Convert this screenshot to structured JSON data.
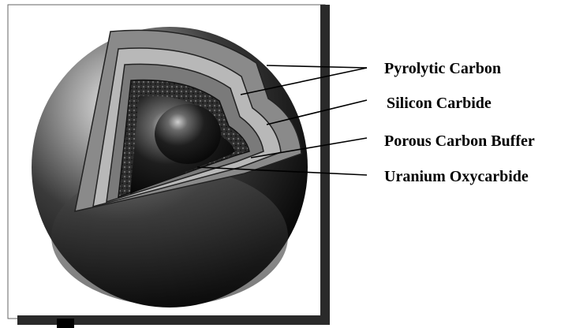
{
  "diagram": {
    "labels": [
      {
        "id": "pyrolytic-carbon",
        "text": "Pyrolytic Carbon"
      },
      {
        "id": "silicon-carbide",
        "text": "Silicon Carbide"
      },
      {
        "id": "porous-carbon-buffer",
        "text": "Porous Carbon Buffer"
      },
      {
        "id": "uranium-oxycarbide",
        "text": "Uranium Oxycarbide"
      }
    ]
  },
  "colors": {
    "shell_dark": "#1a1a1a",
    "pyrolytic_layer": "#8a8a8a",
    "silicon_carbide_layer": "#b8b8b8",
    "buffer_layer": "#3a3a3a",
    "kernel": "#222222",
    "frame": "#2a2a2a"
  }
}
